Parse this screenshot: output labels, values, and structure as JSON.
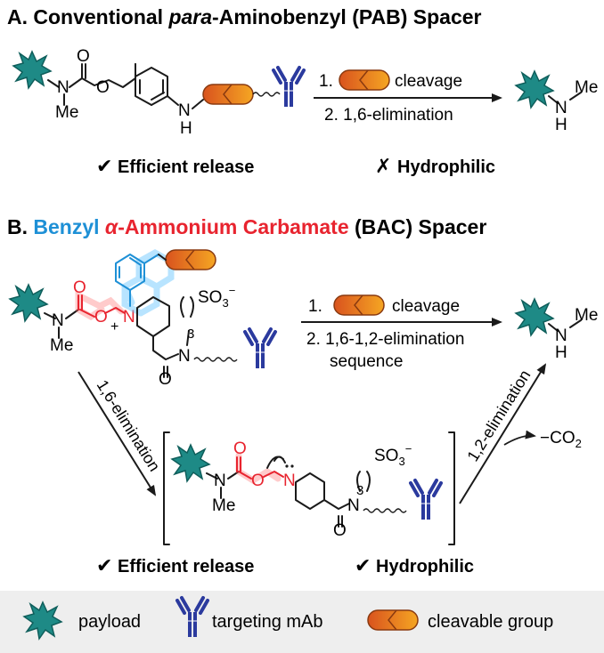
{
  "section_a": {
    "title_prefix": "A. Conventional ",
    "title_italic": "para",
    "title_suffix": "-Aminobenzyl (PAB) Spacer",
    "step1_num": "1.",
    "step1_text": "cleavage",
    "step2": "2. 1,6-elimination",
    "efficient": "Efficient release",
    "hydrophilic": "Hydrophilic",
    "check_mark": "✔",
    "cross_mark": "✗"
  },
  "section_b": {
    "title_prefix": "B. ",
    "title_blue": "Benzyl ",
    "title_red_alpha": "α",
    "title_red": "-Ammonium Carbamate",
    "title_suffix": " (BAC) Spacer",
    "step1_num": "1.",
    "step1_text": "cleavage",
    "step2": "2. 1,6-1,2-elimination",
    "step2b": "sequence",
    "elim16": "1,6-elimination",
    "elim12": "1,2-elimination",
    "co2": "−CO",
    "co2_sub": "2",
    "efficient": "Efficient release",
    "hydrophilic": "Hydrophilic",
    "check_mark": "✔"
  },
  "atoms": {
    "N": "N",
    "O": "O",
    "Me": "Me",
    "H": "H",
    "SO3": "SO",
    "SO3_sub": "3",
    "SO3_sup": "−",
    "sub3": "3",
    "plus": "+"
  },
  "legend": {
    "payload": "payload",
    "mab": "targeting mAb",
    "cleavable": "cleavable group"
  },
  "colors": {
    "payload": "#1e8a86",
    "antibody": "#2b3a9e",
    "cleavable": "#e8821e",
    "cleavable_dark": "#d9531e",
    "red": "#e8242f",
    "blue": "#1e90d6",
    "legend_bg": "#eeeeee"
  },
  "icons": [
    "payload-star-icon",
    "antibody-icon",
    "cleavable-group-icon",
    "check-icon",
    "cross-icon"
  ]
}
